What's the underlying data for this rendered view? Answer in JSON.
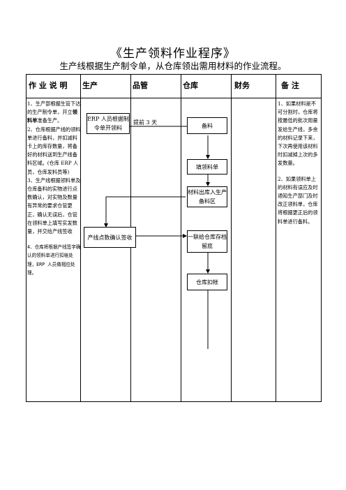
{
  "title": "《生产领料作业程序》",
  "subtitle": "生产线根据生产制令单，从仓库领出需用材料的作业流程。",
  "columns": [
    "作 业 说 明",
    "生产",
    "品管",
    "仓库",
    "财务",
    "备 注"
  ],
  "description": [
    {
      "text": "1、生产部根据生管下达的生产制令单，开立",
      "bold": "领料单",
      "after": "准备生产。"
    },
    {
      "text": "2、仓库根据产线的领料单进行备料，并扣减料卡上的库存数量，将备好的材料送到生产线备料区域。(仓库 ERP 人员，仓库发料员等)",
      "bold": "",
      "after": ""
    },
    {
      "text": "3、生产线根据领料单及仓库备料的实物进行点数确认，对实物及数量有异常的要求仓管更正，确认无误后，仓管在领料单上填写实发数量，并交给产线签收",
      "bold": "",
      "after": ""
    },
    {
      "text": "4、仓库将根据产线签字确认的领料单进行扣帐处理，ERP 人员做相应处理。",
      "bold": "",
      "after": ""
    }
  ],
  "notes": [
    "1、如果材料是不可分割时，仓库将按最低的批次用量发给生产线，多余的材料记录下来，下次再使用该材料时扣减掉上次的多发数量。",
    "2、如果领料单上的材料有误应及时通知生产部门及时改正领料单，仓库将根据更正后的领料单进行备料。"
  ],
  "flow": {
    "erp": "ERP 人员根据制令单开领料",
    "lead_time": "提前 3 天",
    "prepare": "备料",
    "fill_form": "填领料单",
    "to_area": "材料出库入生产备料区",
    "confirm": "产线点数确认签收",
    "archive": "一联给仓库存档留底",
    "deduct": "仓库扣帐"
  }
}
